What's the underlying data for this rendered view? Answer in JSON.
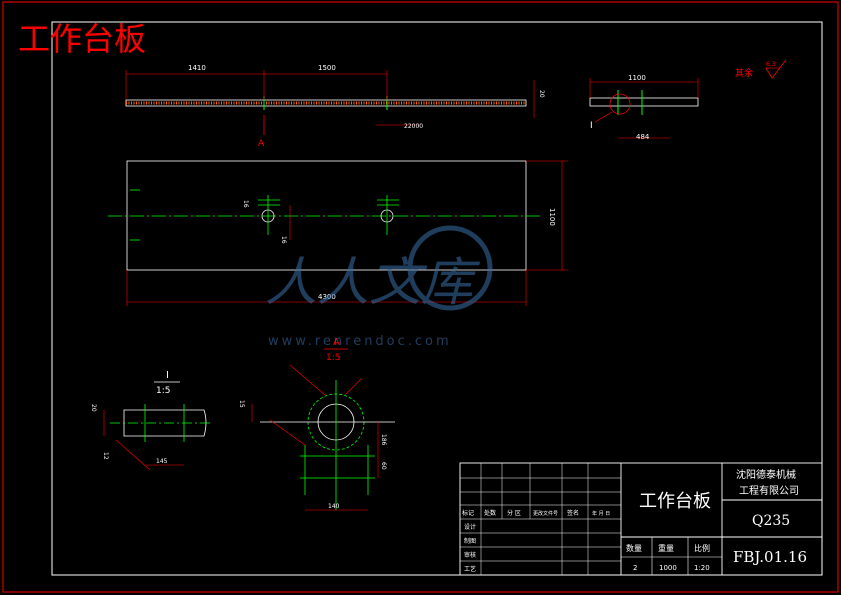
{
  "title": "工作台板",
  "views": {
    "top_dims": {
      "d1": "1410",
      "d2": "1500",
      "thk": "20",
      "tol": "22000"
    },
    "side_dims": {
      "width": "1100",
      "bottom": "484",
      "detail_ref": "I"
    },
    "roughness": {
      "label": "其余",
      "value": "6.3"
    },
    "plan_dims": {
      "length": "4300",
      "height": "1100",
      "h1": "16",
      "h2": "16"
    },
    "section_mark": "A",
    "detail_I": {
      "name": "I",
      "scale": "1:5",
      "d1": "20",
      "d2": "12",
      "d3": "145"
    },
    "detail_A": {
      "name": "A",
      "scale": "1:5",
      "d1": "15",
      "d2": "186",
      "d3": "60",
      "d4": "140"
    }
  },
  "title_block": {
    "part_name": "工作台板",
    "company_line1": "沈阳德泰机械",
    "company_line2": "工程有限公司",
    "material": "Q235",
    "drawing_no": "FBJ.01.16",
    "rev_headers": [
      "标记",
      "处数",
      "分 区",
      "更改文件号",
      "签名",
      "年 月 日"
    ],
    "roles": [
      "设计",
      "制图",
      "审核",
      "工艺"
    ],
    "qty_label": "数量",
    "weight_label": "重量",
    "scale_label": "比例",
    "qty": "2",
    "weight": "1000",
    "scale": "1:20"
  },
  "watermark": {
    "text": "人人文库",
    "url": "www.renrendoc.com"
  },
  "colors": {
    "frame": "#ff0000",
    "line": "#ffffff",
    "center": "#00ff00",
    "dim": "#ff0000"
  }
}
